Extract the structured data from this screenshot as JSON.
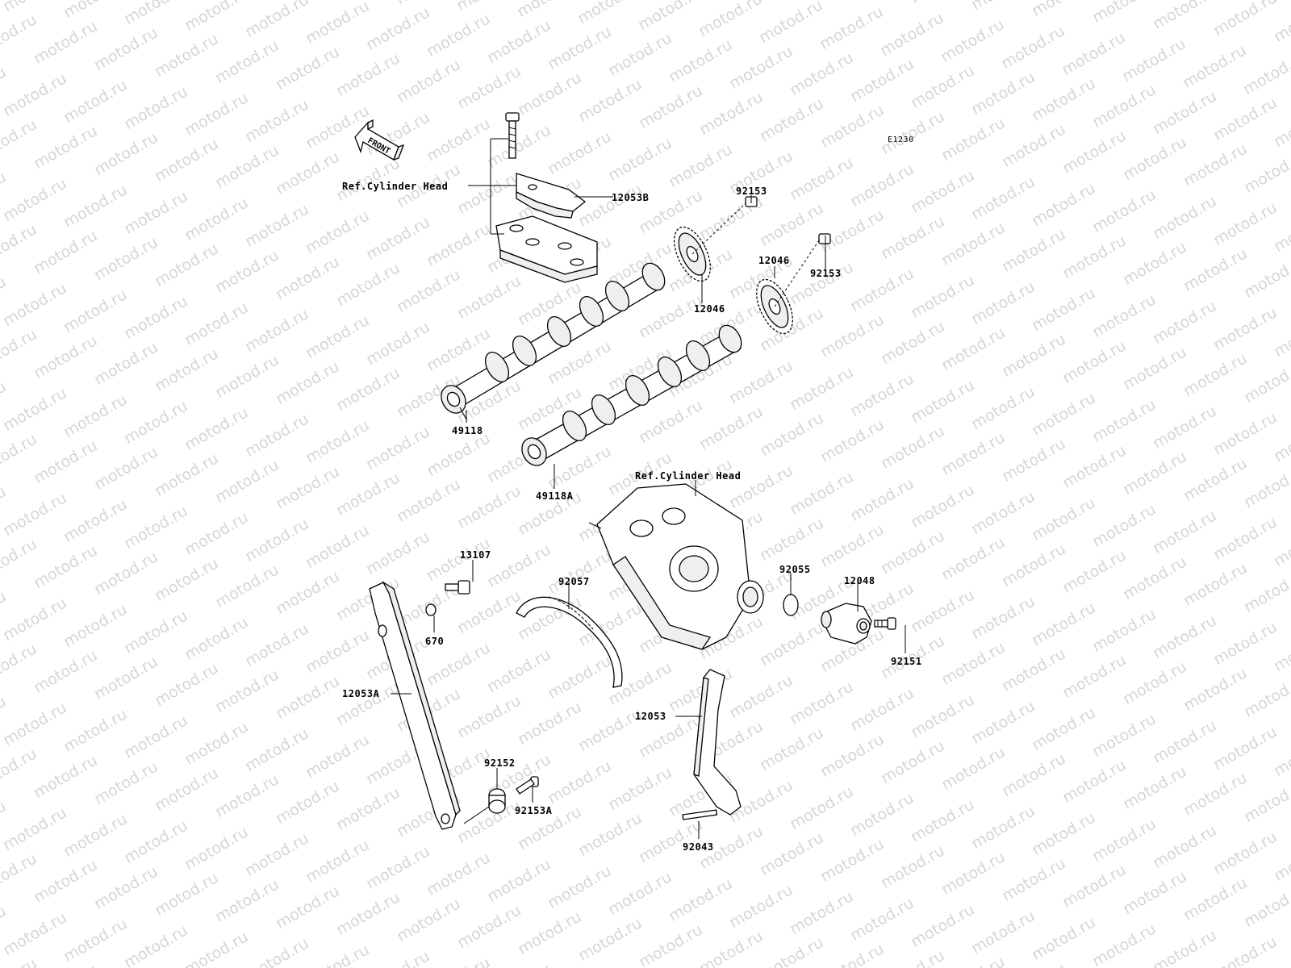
{
  "diagram_code": "E1230",
  "watermark_text": "motod.ru",
  "front_label": "FRONT",
  "refs": {
    "top": "Ref.Cylinder Head",
    "mid": "Ref.Cylinder Head"
  },
  "parts": {
    "p12053B": "12053B",
    "p92153_a": "92153",
    "p12046_a": "12046",
    "p12046_b": "12046",
    "p92153_b": "92153",
    "p49118": "49118",
    "p49118A": "49118A",
    "p13107": "13107",
    "p92057": "92057",
    "p92055": "92055",
    "p12048": "12048",
    "p670": "670",
    "p92151": "92151",
    "p12053A": "12053A",
    "p12053": "12053",
    "p92152": "92152",
    "p92153A": "92153A",
    "p92043": "92043"
  },
  "colors": {
    "line": "#000000",
    "watermark": "#d6d6d6",
    "background": "#ffffff"
  }
}
